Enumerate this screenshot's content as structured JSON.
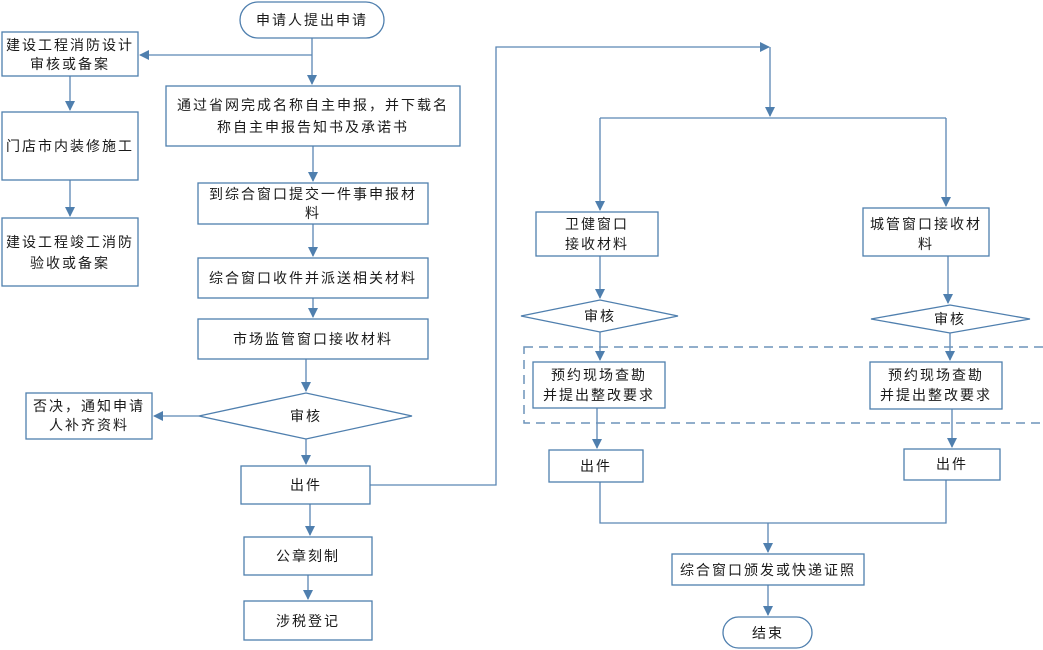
{
  "diagram": {
    "type": "flowchart",
    "accent_color": "#4f7fae",
    "nodes": {
      "start": {
        "label": [
          "申请人提出申请"
        ],
        "shape": "terminal"
      },
      "fire_design": {
        "label": [
          "建设工程消防设计",
          "审核或备案"
        ],
        "shape": "process"
      },
      "renovation": {
        "label": [
          "门店市内装修施工"
        ],
        "shape": "process"
      },
      "fire_acceptance": {
        "label": [
          "建设工程竣工消防",
          "验收或备案"
        ],
        "shape": "process"
      },
      "name_declare": {
        "label": [
          "通过省网完成名称自主申报，并下载名",
          "称自主申报告知书及承诺书"
        ],
        "shape": "process"
      },
      "submit_materials": {
        "label": [
          "到综合窗口提交一件事申报材",
          "料"
        ],
        "shape": "process"
      },
      "dispatch": {
        "label": [
          "综合窗口收件并派送相关材料"
        ],
        "shape": "process"
      },
      "market_receive": {
        "label": [
          "市场监管窗口接收材料"
        ],
        "shape": "process"
      },
      "market_review": {
        "label": [
          "审核"
        ],
        "shape": "decision"
      },
      "reject": {
        "label": [
          "否决，通知申请",
          "人补齐资料"
        ],
        "shape": "process"
      },
      "market_issue": {
        "label": [
          "出件"
        ],
        "shape": "process"
      },
      "seal": {
        "label": [
          "公章刻制"
        ],
        "shape": "process"
      },
      "tax": {
        "label": [
          "涉税登记"
        ],
        "shape": "process"
      },
      "health_receive": {
        "label": [
          "卫健窗口",
          "接收材料"
        ],
        "shape": "process"
      },
      "urban_receive": {
        "label": [
          "城管窗口接收材",
          "料"
        ],
        "shape": "process"
      },
      "health_review": {
        "label": [
          "审核"
        ],
        "shape": "decision"
      },
      "urban_review": {
        "label": [
          "审核"
        ],
        "shape": "decision"
      },
      "health_inspect": {
        "label": [
          "预约现场查勘",
          "并提出整改要求"
        ],
        "shape": "process"
      },
      "urban_inspect": {
        "label": [
          "预约现场查勘",
          "并提出整改要求"
        ],
        "shape": "process"
      },
      "health_issue": {
        "label": [
          "出件"
        ],
        "shape": "process"
      },
      "urban_issue": {
        "label": [
          "出件"
        ],
        "shape": "process"
      },
      "deliver": {
        "label": [
          "综合窗口颁发或快递证照"
        ],
        "shape": "process"
      },
      "end": {
        "label": [
          "结束"
        ],
        "shape": "terminal"
      }
    },
    "edges": [
      [
        "start",
        "fire_design"
      ],
      [
        "start",
        "name_declare"
      ],
      [
        "fire_design",
        "renovation"
      ],
      [
        "renovation",
        "fire_acceptance"
      ],
      [
        "name_declare",
        "submit_materials"
      ],
      [
        "submit_materials",
        "dispatch"
      ],
      [
        "dispatch",
        "market_receive"
      ],
      [
        "market_receive",
        "market_review"
      ],
      [
        "market_review",
        "reject"
      ],
      [
        "market_review",
        "market_issue"
      ],
      [
        "market_issue",
        "seal"
      ],
      [
        "seal",
        "tax"
      ],
      [
        "market_issue",
        "health_receive"
      ],
      [
        "market_issue",
        "urban_receive"
      ],
      [
        "health_receive",
        "health_review"
      ],
      [
        "urban_receive",
        "urban_review"
      ],
      [
        "health_review",
        "health_inspect"
      ],
      [
        "urban_review",
        "urban_inspect"
      ],
      [
        "health_inspect",
        "health_issue"
      ],
      [
        "urban_inspect",
        "urban_issue"
      ],
      [
        "health_issue",
        "deliver"
      ],
      [
        "urban_issue",
        "deliver"
      ],
      [
        "deliver",
        "end"
      ]
    ],
    "groups": [
      {
        "name": "onsite-inspection-group",
        "members": [
          "health_inspect",
          "urban_inspect"
        ],
        "style": "dashed"
      }
    ]
  }
}
